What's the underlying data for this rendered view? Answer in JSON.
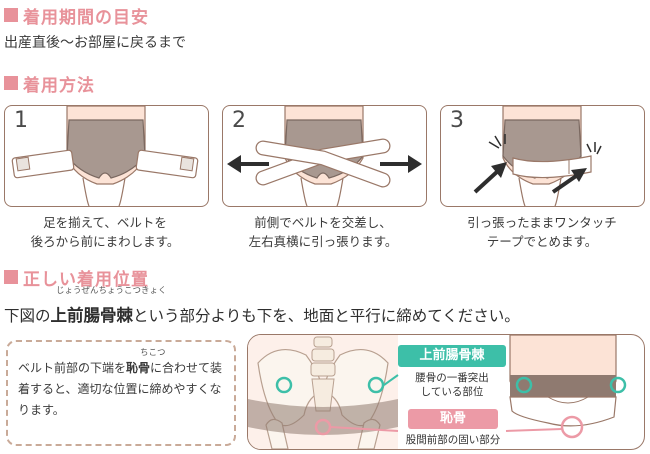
{
  "sections": {
    "period_title": "着用期間の目安",
    "period_text": "出産直後～お部屋に戻るまで",
    "method_title": "着用方法",
    "position_title": "正しい着用位置"
  },
  "steps": [
    {
      "num": "1",
      "line1": "足を揃えて、ベルトを",
      "line2": "後ろから前にまわします。"
    },
    {
      "num": "2",
      "line1": "前側でベルトを交差し、",
      "line2": "左右真横に引っ張ります。"
    },
    {
      "num": "3",
      "line1": "引っ張ったままワンタッチ",
      "line2": "テープでとめます。"
    }
  ],
  "instruction": {
    "before": "下図の",
    "keyword": "上前腸骨棘",
    "after": "という部分よりも下を、地面と平行に締めてください。",
    "ruby": "じょうぜんちょうこつきょく"
  },
  "note": {
    "part1": "ベルト前部の下端を",
    "keyword": "恥骨",
    "part2": "に合わせて装着すると、適切な位置に締めやすくなります。",
    "ruby": "ちこつ"
  },
  "labels": {
    "asis_title": "上前腸骨棘",
    "asis_desc1": "腰骨の一番突出",
    "asis_desc2": "している部位",
    "pubis_title": "恥骨",
    "pubis_desc": "股間前部の固い部分"
  },
  "colors": {
    "pink": "#e8929a",
    "teal": "#3dbfa8",
    "label_pink": "#ec9aa6",
    "outline": "#9a7868",
    "belt": "#8f7a70"
  }
}
